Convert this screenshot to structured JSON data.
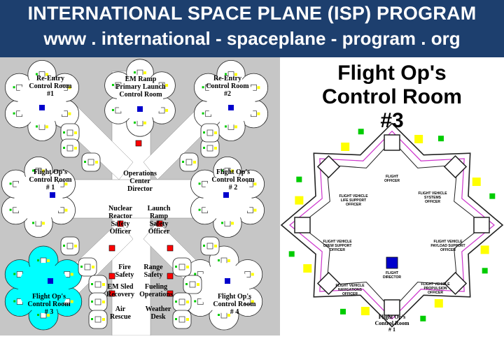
{
  "banner": {
    "title": "INTERNATIONAL SPACE PLANE (ISP) PROGRAM",
    "url": "www . international - spaceplane - program . org"
  },
  "colors": {
    "banner_bg": "#1d3f6e",
    "map_bg": "#c6c6c6",
    "highlight": "#00ffff",
    "console_yellow": "#ffff00",
    "console_green": "#00cc00",
    "marker_red": "#ff0000",
    "marker_blue": "#0000cc",
    "rail_purple": "#cc33cc"
  },
  "map": {
    "reentry1": [
      "Re-Entry",
      "Control Room",
      "#1"
    ],
    "em_ramp": [
      "EM Ramp",
      "Primary Launch",
      "Control Room"
    ],
    "reentry2": [
      "Re-Entry",
      "Control Room",
      "#2"
    ],
    "flightop1": [
      "Flight Op's",
      "Control Room",
      "# 1"
    ],
    "ops_center": [
      "Operations",
      "Center",
      "Director"
    ],
    "flightop2": [
      "Flight Op's",
      "Control Room",
      "# 2"
    ],
    "nuclear": [
      "Nuclear",
      "Reactor",
      "Safety",
      "Officer"
    ],
    "launch_ramp": [
      "Launch",
      "Ramp",
      "Safety",
      "Officer"
    ],
    "fire": [
      "Fire",
      "Safety"
    ],
    "range": [
      "Range",
      "Safety"
    ],
    "em_sled": [
      "EM Sled",
      "Recovery"
    ],
    "fueling": [
      "Fueling",
      "Operations"
    ],
    "air_rescue": [
      "Air",
      "Rescue"
    ],
    "weather": [
      "Weather",
      "Desk"
    ],
    "flightop3": [
      "Flight Op's",
      "Control Room",
      "# 3"
    ],
    "flightop4": [
      "Flight Op's",
      "Control Room",
      "# 4"
    ]
  },
  "detail": {
    "title": [
      "Flight Op's",
      "Control Room",
      "#3"
    ],
    "flight_officer": [
      "FLIGHT",
      "OFFICER"
    ],
    "life_support": [
      "FLIGHT VEHICLE",
      "LIFE SUPPORT",
      "OFFICER"
    ],
    "systems": [
      "FLIGHT VEHICLE",
      "SYSTEMS",
      "OFFICER"
    ],
    "crew_support": [
      "FLIGHT VEHICLE",
      "CREW SUPPORT",
      "OFFICER"
    ],
    "payload_support": [
      "FLIGHT VEHICLE",
      "PAYLOAD SUPPORT",
      "OFFICER"
    ],
    "flight_director": [
      "FLIGHT",
      "DIRECTOR"
    ],
    "navigations": [
      "FLIGHT VEHICLE",
      "NAVIGATIONS",
      "OFFICER"
    ],
    "propulsion": [
      "FLIGHT VEHICLE",
      "PROPULSION",
      "OFFICER"
    ],
    "room_label": [
      "Flight Op's",
      "Control Room",
      "# 1"
    ]
  }
}
